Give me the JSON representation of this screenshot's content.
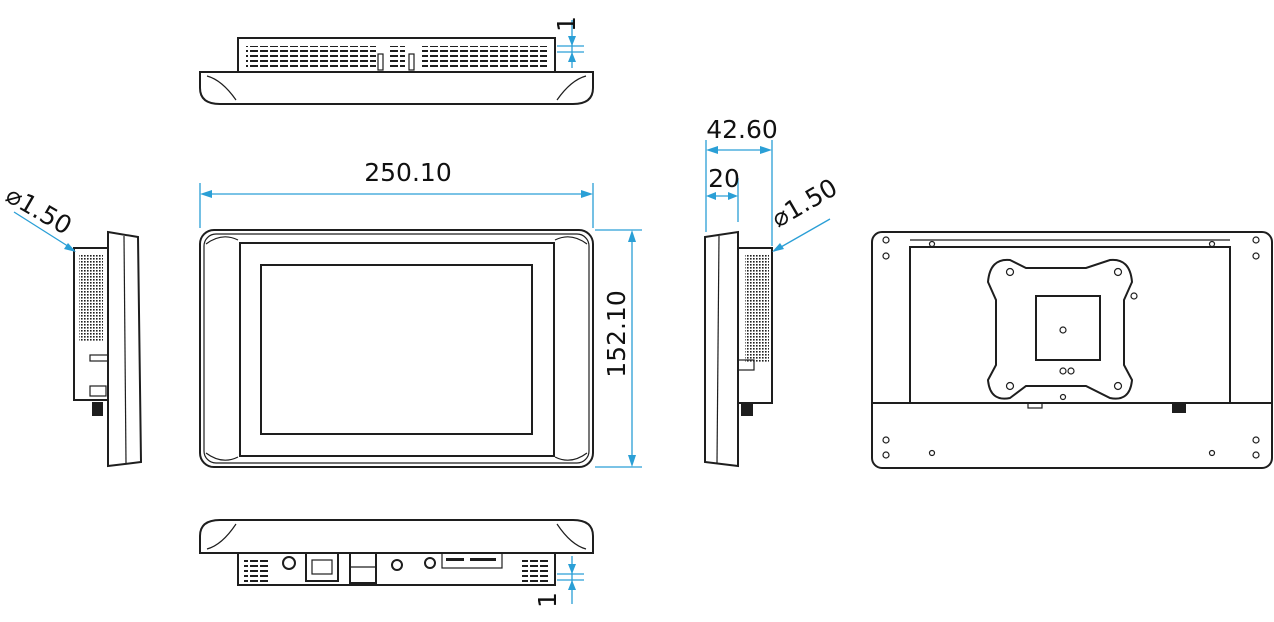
{
  "dimensions": {
    "width": "250.10",
    "height": "152.10",
    "depth_total": "42.60",
    "depth_mount": "20",
    "hole_left": "⌀1.50",
    "hole_right": "⌀1.50",
    "gap_top": "1",
    "gap_bottom": "1"
  },
  "colors": {
    "dimension_line": "#2a9fd6",
    "outline": "#1e1e1e",
    "background": "#ffffff"
  }
}
